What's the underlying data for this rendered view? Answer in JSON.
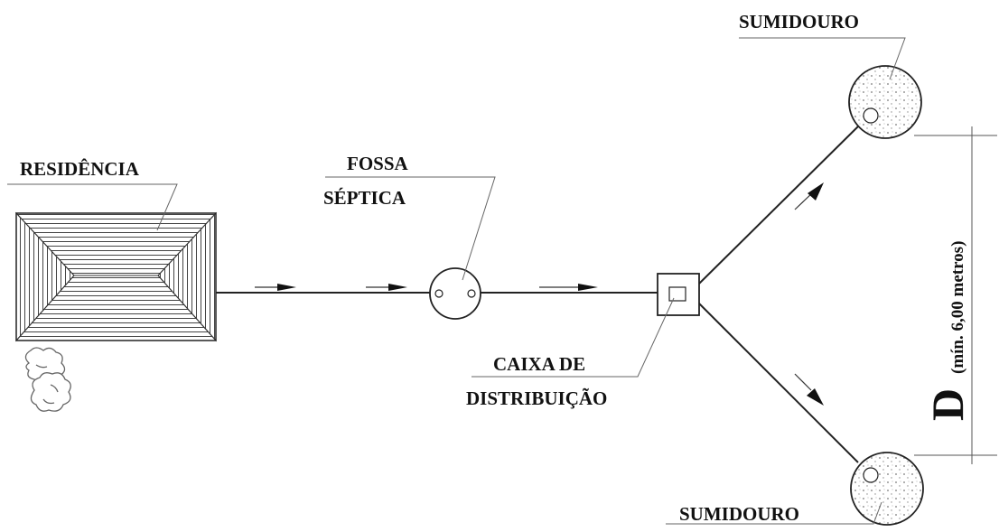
{
  "labels": {
    "residence": "RESIDÊNCIA",
    "septic_tank_line1": "FOSSA",
    "septic_tank_line2": "SÉPTICA",
    "distribution_box_line1": "CAIXA DE",
    "distribution_box_line2": "DISTRIBUIÇÃO",
    "sink_top": "SUMIDOURO",
    "sink_bottom": "SUMIDOURO",
    "distance_letter": "D",
    "distance_note": "(mín. 6,00 metros)"
  },
  "colors": {
    "line": "#222222",
    "leader": "#666666",
    "background": "#ffffff"
  },
  "icons": [
    "house-roof-icon",
    "tree-icon",
    "flow-arrow-icon",
    "septic-tank-icon",
    "distribution-box-icon",
    "sink-icon"
  ]
}
